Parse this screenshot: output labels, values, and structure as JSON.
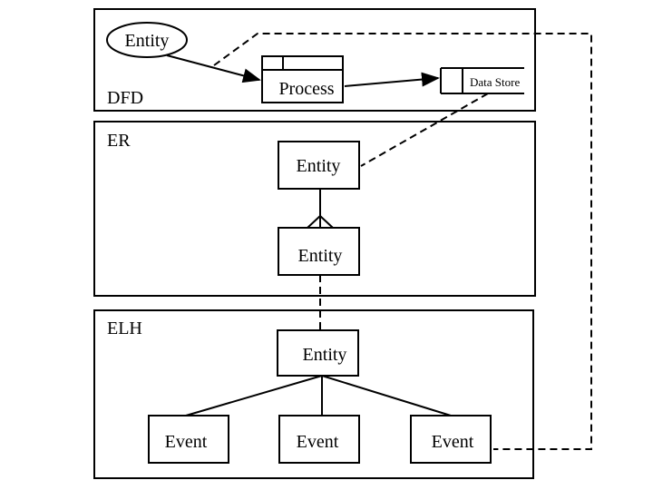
{
  "dfd": {
    "section_label": "DFD",
    "external_entity": "Entity",
    "process": "Process",
    "data_store": "Data Store"
  },
  "er": {
    "section_label": "ER",
    "entity_top": "Entity",
    "entity_bottom": "Entity"
  },
  "elh": {
    "section_label": "ELH",
    "entity": "Entity",
    "events": [
      "Event",
      "Event",
      "Event"
    ]
  }
}
